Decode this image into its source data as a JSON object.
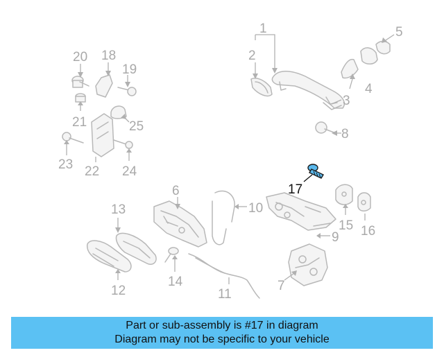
{
  "callouts": [
    "1",
    "2",
    "3",
    "4",
    "5",
    "6",
    "7",
    "8",
    "9",
    "10",
    "11",
    "12",
    "13",
    "14",
    "15",
    "16",
    "17",
    "18",
    "19",
    "20",
    "21",
    "22",
    "23",
    "24",
    "25"
  ],
  "highlighted_part": "17",
  "banner": {
    "line1": "Part or sub-assembly is #17 in diagram",
    "line2": "Diagram may not be specific to your vehicle"
  },
  "colors": {
    "banner_bg": "#5bc1f3",
    "highlight": "#5ab8ec",
    "diagram_line": "#b8b8b8"
  }
}
